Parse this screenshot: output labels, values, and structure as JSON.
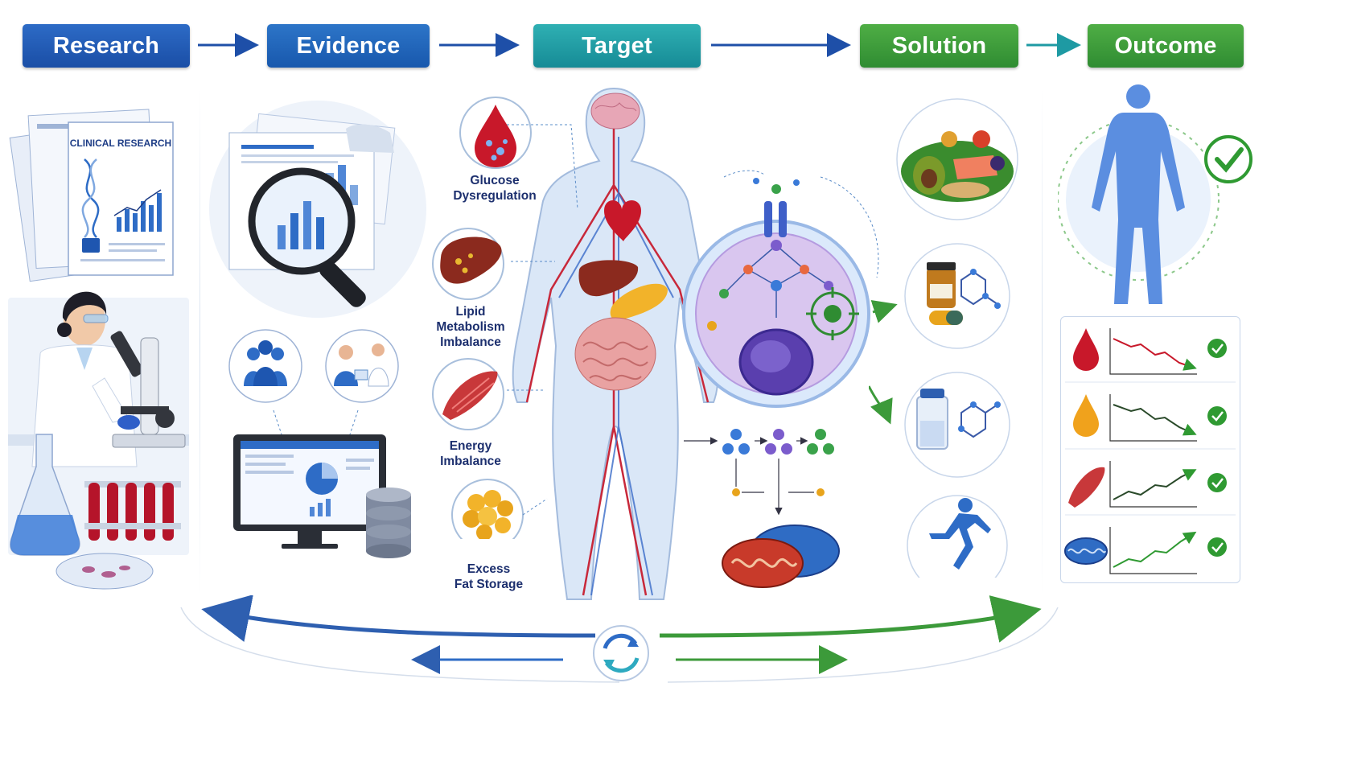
{
  "stages": [
    {
      "label": "Research",
      "color": "#1e56b0"
    },
    {
      "label": "Evidence",
      "color": "#1b63b8"
    },
    {
      "label": "Target",
      "color": "#1e9aa3"
    },
    {
      "label": "Solution",
      "color": "#3c9a3a"
    },
    {
      "label": "Outcome",
      "color": "#3a9a3c"
    }
  ],
  "research": {
    "document_title": "CLINICAL RESEARCH"
  },
  "target": {
    "conditions": [
      {
        "label_lines": [
          "Glucose",
          "Dysregulation"
        ],
        "icon": "blood-drop-icon"
      },
      {
        "label_lines": [
          "Lipid",
          "Metabolism",
          "Imbalance"
        ],
        "icon": "liver-icon"
      },
      {
        "label_lines": [
          "Energy",
          "Imbalance"
        ],
        "icon": "muscle-icon"
      },
      {
        "label_lines": [
          "Excess",
          "Fat Storage"
        ],
        "icon": "fat-cells-icon"
      }
    ]
  },
  "solution": {
    "items": [
      "healthy-food-icon",
      "supplement-icon",
      "medication-vial-icon",
      "runner-icon"
    ]
  },
  "outcome": {
    "metrics": [
      {
        "icon": "blood-drop-icon",
        "trend": "down",
        "color": "#c8182a"
      },
      {
        "icon": "oil-drop-icon",
        "trend": "down",
        "color": "#f0a21c"
      },
      {
        "icon": "muscle-icon",
        "trend": "up",
        "color": "#c8383a"
      },
      {
        "icon": "mitochondria-icon",
        "trend": "up",
        "color": "#2f6cc4"
      }
    ]
  },
  "colors": {
    "blue_dark": "#1e56b0",
    "teal": "#1e9aa3",
    "green": "#3c9a3a",
    "red": "#c8182a"
  }
}
